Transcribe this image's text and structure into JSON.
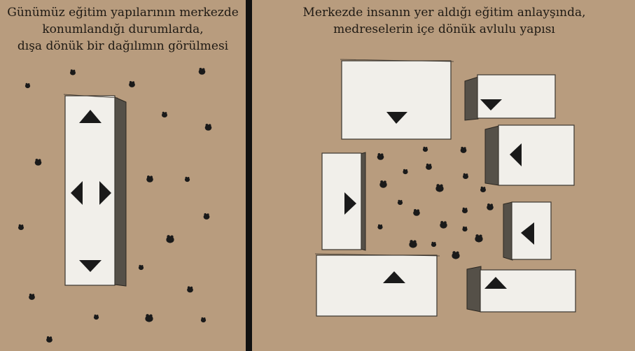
{
  "left_panel": {
    "caption_lines": [
      "Günümüz  eğitim yapılarının merkezde",
      "konumlandığı durumlarda,",
      "dışa dönük bir dağılımın görülmesi"
    ]
  },
  "right_panel": {
    "caption_lines": [
      "Merkezde insanın yer aldığı eğitim anlayşında,",
      "medreselerin içe dönük avlulu yapısı"
    ]
  },
  "colors": {
    "background": "#b89c7e",
    "divider": "#111111",
    "building": "#f1efea",
    "marker": "#1a1a1a",
    "caption_text": "#1f1a14"
  },
  "icons": [
    "arrow-up-icon",
    "arrow-down-icon",
    "arrow-left-icon",
    "arrow-right-icon",
    "person-figure-icon"
  ]
}
